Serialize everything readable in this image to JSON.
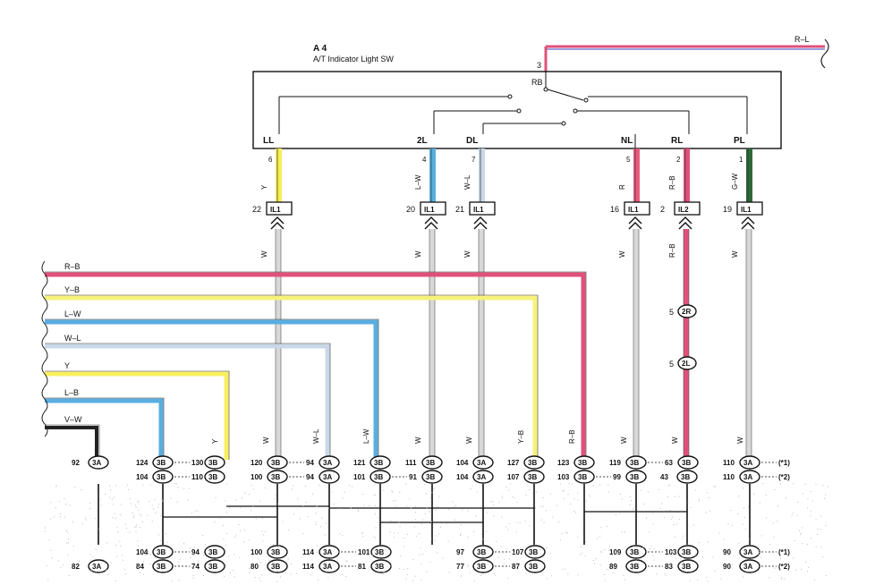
{
  "switch": {
    "id": "A 4",
    "name": "A/T Indicator Light SW",
    "rb_label": "RB",
    "top_pin": "3",
    "top_wire": "R–L",
    "terminals": [
      {
        "label": "LL",
        "pin": "6",
        "wire": "Y"
      },
      {
        "label": "2L",
        "pin": "4",
        "wire": "L–W"
      },
      {
        "label": "DL",
        "pin": "7",
        "wire": "W–L"
      },
      {
        "label": "NL",
        "pin": "5",
        "wire": "R"
      },
      {
        "label": "RL",
        "pin": "2",
        "wire": "R–B"
      },
      {
        "label": "PL",
        "pin": "1",
        "wire": "G–W"
      }
    ]
  },
  "il_connectors": [
    {
      "num": "22",
      "name": "IL1",
      "below": "W"
    },
    {
      "num": "20",
      "name": "IL1",
      "below": "W"
    },
    {
      "num": "21",
      "name": "IL1",
      "below": "W"
    },
    {
      "num": "16",
      "name": "IL1",
      "below": "W"
    },
    {
      "num": "2",
      "name": "IL2",
      "below": "R–B"
    },
    {
      "num": "19",
      "name": "IL1",
      "below": "W"
    }
  ],
  "rl_junction": [
    {
      "num": "5",
      "name": "2R"
    },
    {
      "num": "5",
      "name": "2L"
    }
  ],
  "left_bus": [
    "R–B",
    "Y–B",
    "L–W",
    "W–L",
    "Y",
    "L–B",
    "V–W"
  ],
  "bus_colors": {
    "R–B": "#e0507a",
    "Y–B": "#f6f27a",
    "L–W": "#5aaee0",
    "W–L": "#c8d8e8",
    "Y": "#f8f060",
    "L–B": "#5aaee0",
    "V–W": "#222222"
  },
  "vertical_wire_labels": [
    "Y",
    "W",
    "W–L",
    "L–W",
    "W",
    "W",
    "Y–B",
    "R–B",
    "W",
    "W",
    "W"
  ],
  "row1": [
    {
      "l": "92",
      "c": "3A",
      "r": "",
      "rc": ""
    },
    {
      "l": "124",
      "c": "3B",
      "r": "130",
      "rc": "3B"
    },
    {
      "l": "120",
      "c": "3B",
      "r": "94",
      "rc": "3A"
    },
    {
      "l": "121",
      "c": "3B",
      "r": "",
      "rc": ""
    },
    {
      "l": "111",
      "c": "3B",
      "r": "",
      "rc": ""
    },
    {
      "l": "104",
      "c": "3A",
      "r": "",
      "rc": ""
    },
    {
      "l": "127",
      "c": "3B",
      "r": "",
      "rc": ""
    },
    {
      "l": "123",
      "c": "3B",
      "r": "",
      "rc": ""
    },
    {
      "l": "119",
      "c": "3B",
      "r": "63",
      "rc": "3B"
    },
    {
      "l": "110",
      "c": "3A",
      "r": "(*1)",
      "rc": ""
    }
  ],
  "row2": [
    {
      "l": "104",
      "c": "3B",
      "r": "110",
      "rc": "3B"
    },
    {
      "l": "100",
      "c": "3B",
      "r": "94",
      "rc": "3A"
    },
    {
      "l": "101",
      "c": "3B",
      "r": "91",
      "rc": "3B"
    },
    {
      "l": "104",
      "c": "3A",
      "r": "",
      "rc": ""
    },
    {
      "l": "107",
      "c": "3B",
      "r": "",
      "rc": ""
    },
    {
      "l": "103",
      "c": "3B",
      "r": "99",
      "rc": "3B"
    },
    {
      "l": "43",
      "c": "3B",
      "r": "",
      "rc": ""
    },
    {
      "l": "110",
      "c": "3A",
      "r": "(*2)",
      "rc": ""
    }
  ],
  "row3": [
    {
      "l": "104",
      "c": "3B",
      "r": "94",
      "rc": "3B"
    },
    {
      "l": "100",
      "c": "3B",
      "r": "",
      "rc": ""
    },
    {
      "l": "114",
      "c": "3A",
      "r": "101",
      "rc": "3B"
    },
    {
      "l": "97",
      "c": "3B",
      "r": "107",
      "rc": "3B"
    },
    {
      "l": "109",
      "c": "3B",
      "r": "103",
      "rc": "3B"
    },
    {
      "l": "90",
      "c": "3A",
      "r": "(*1)",
      "rc": ""
    }
  ],
  "row4": [
    {
      "l": "82",
      "c": "3A",
      "r": "",
      "rc": ""
    },
    {
      "l": "84",
      "c": "3B",
      "r": "74",
      "rc": "3B"
    },
    {
      "l": "80",
      "c": "3B",
      "r": "",
      "rc": ""
    },
    {
      "l": "114",
      "c": "3A",
      "r": "81",
      "rc": "3B"
    },
    {
      "l": "77",
      "c": "3B",
      "r": "87",
      "rc": "3B"
    },
    {
      "l": "89",
      "c": "3B",
      "r": "83",
      "rc": "3B"
    },
    {
      "l": "90",
      "c": "3A",
      "r": "(*2)",
      "rc": ""
    }
  ]
}
